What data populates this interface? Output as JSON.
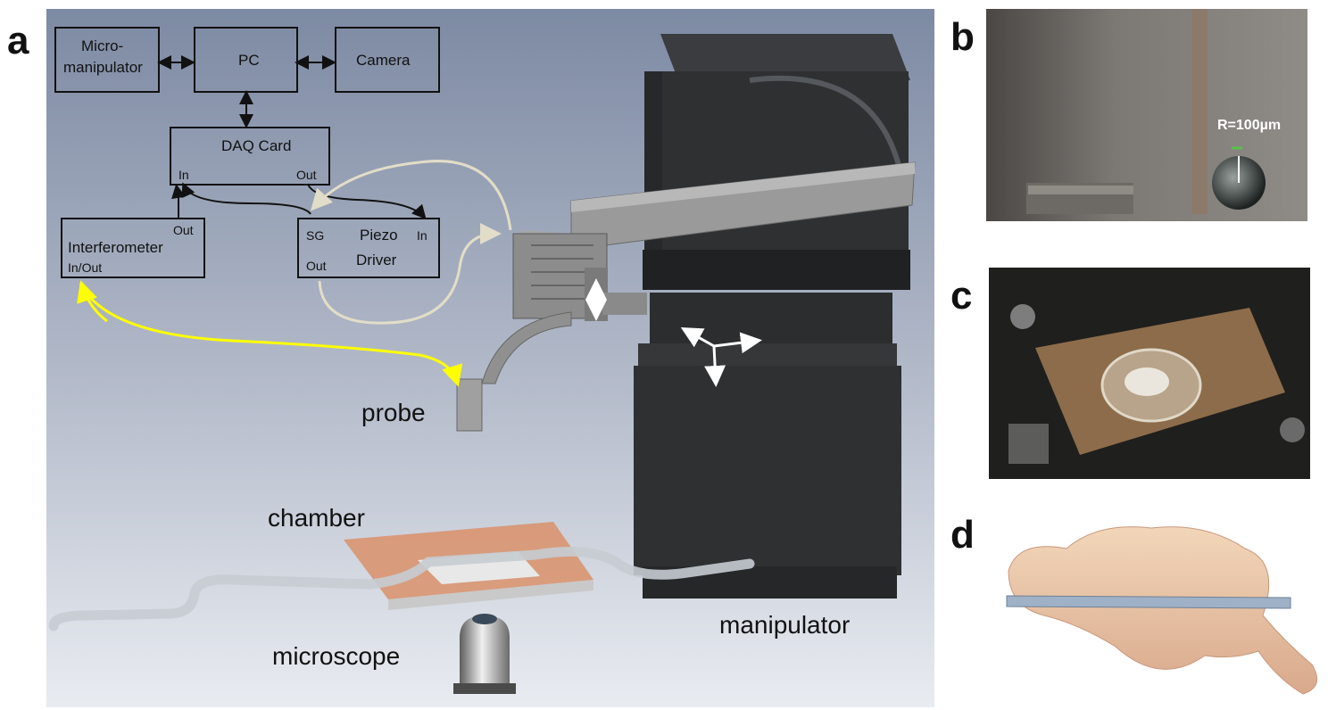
{
  "panel_letters": {
    "a": "a",
    "b": "b",
    "c": "c",
    "d": "d"
  },
  "blocks": {
    "micromanipulator": {
      "line1": "Micro-",
      "line2": "manipulator"
    },
    "pc": "PC",
    "camera": "Camera",
    "daq": {
      "title": "DAQ Card",
      "in": "In",
      "out": "Out"
    },
    "interferometer": {
      "title": "Interferometer",
      "out": "Out",
      "inout": "In/Out"
    },
    "piezo": {
      "line1": "Piezo",
      "line2": "Driver",
      "sg": "SG",
      "in": "In",
      "out": "Out"
    }
  },
  "labels": {
    "probe": "probe",
    "chamber": "chamber",
    "microscope": "microscope",
    "manipulator": "manipulator",
    "radius": "R=100µm"
  },
  "colors": {
    "background_gradient_top": "#7d8aa3",
    "background_gradient_bottom": "#e9ecf1",
    "manipulator": "#2e3032",
    "chamber": "#d9906a",
    "optical_link": "#ffff00",
    "strain_gauge_cable": "#e2ddc8"
  }
}
